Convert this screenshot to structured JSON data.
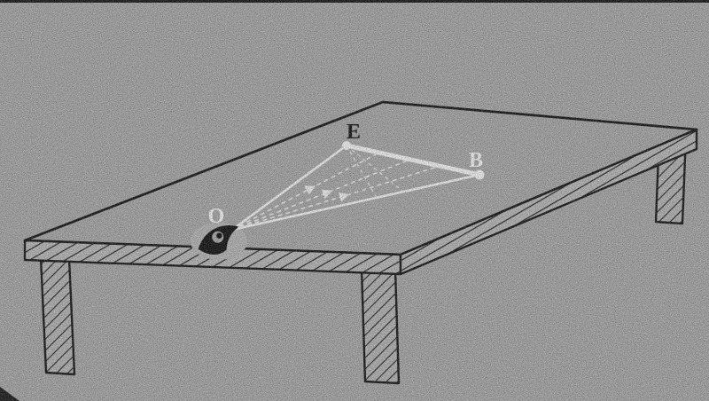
{
  "diagram": {
    "labels": {
      "observer": "O",
      "point_e": "E",
      "point_b": "B"
    },
    "icons": {
      "observer": "eye-icon"
    },
    "colors": {
      "background": "#a7a7a7",
      "ink": "#1a1a1a",
      "chalk": "#f2f2f2"
    }
  }
}
